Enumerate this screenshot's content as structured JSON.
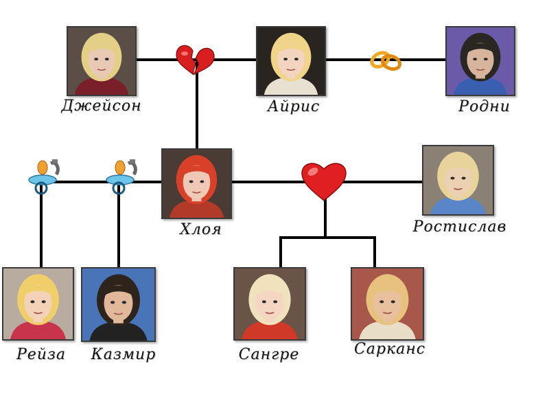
{
  "people": {
    "jason": {
      "name": "Джейсон",
      "hair": "#e3cf86",
      "skin": "#e8c9b4",
      "shirt": "#7a1f2a",
      "bg": "#5a4e46"
    },
    "iris": {
      "name": "Айрис",
      "hair": "#f0d48a",
      "skin": "#f2d4c0",
      "shirt": "#e8e0d0",
      "bg": "#2a2420"
    },
    "rodney": {
      "name": "Родни",
      "hair": "#2a2622",
      "skin": "#d7b59c",
      "shirt": "#3a5fb0",
      "bg": "#6a5aa8"
    },
    "chloe": {
      "name": "Хлоя",
      "hair": "#d9402a",
      "skin": "#f0c9b6",
      "shirt": "#b23a28",
      "bg": "#4a3c34"
    },
    "rostislav": {
      "name": "Ростислав",
      "hair": "#e8d49a",
      "skin": "#ecd0b2",
      "shirt": "#5a86c8",
      "bg": "#8a8074"
    },
    "reiza": {
      "name": "Рейза",
      "hair": "#f0cf6a",
      "skin": "#f3d2b8",
      "shirt": "#c8344a",
      "bg": "#b8aca0"
    },
    "kazimir": {
      "name": "Казмир",
      "hair": "#2e241c",
      "skin": "#e0b89a",
      "shirt": "#222222",
      "bg": "#4a74b8"
    },
    "sangre": {
      "name": "Сангре",
      "hair": "#efe2bc",
      "skin": "#f4d6c2",
      "shirt": "#d03828",
      "bg": "#6a5448"
    },
    "sarkans": {
      "name": "Сарканс",
      "hair": "#e6c27e",
      "skin": "#e8c09e",
      "shirt": "#e8ddc6",
      "bg": "#a8584a"
    }
  },
  "icons": {
    "divorce": "broken-heart-icon",
    "marriage": "wedding-rings-icon",
    "partnership": "heart-icon",
    "child": "pacifier-phone-icon"
  },
  "colors": {
    "line": "#000000",
    "heart": "#e02020",
    "rings": "#f0a820"
  }
}
